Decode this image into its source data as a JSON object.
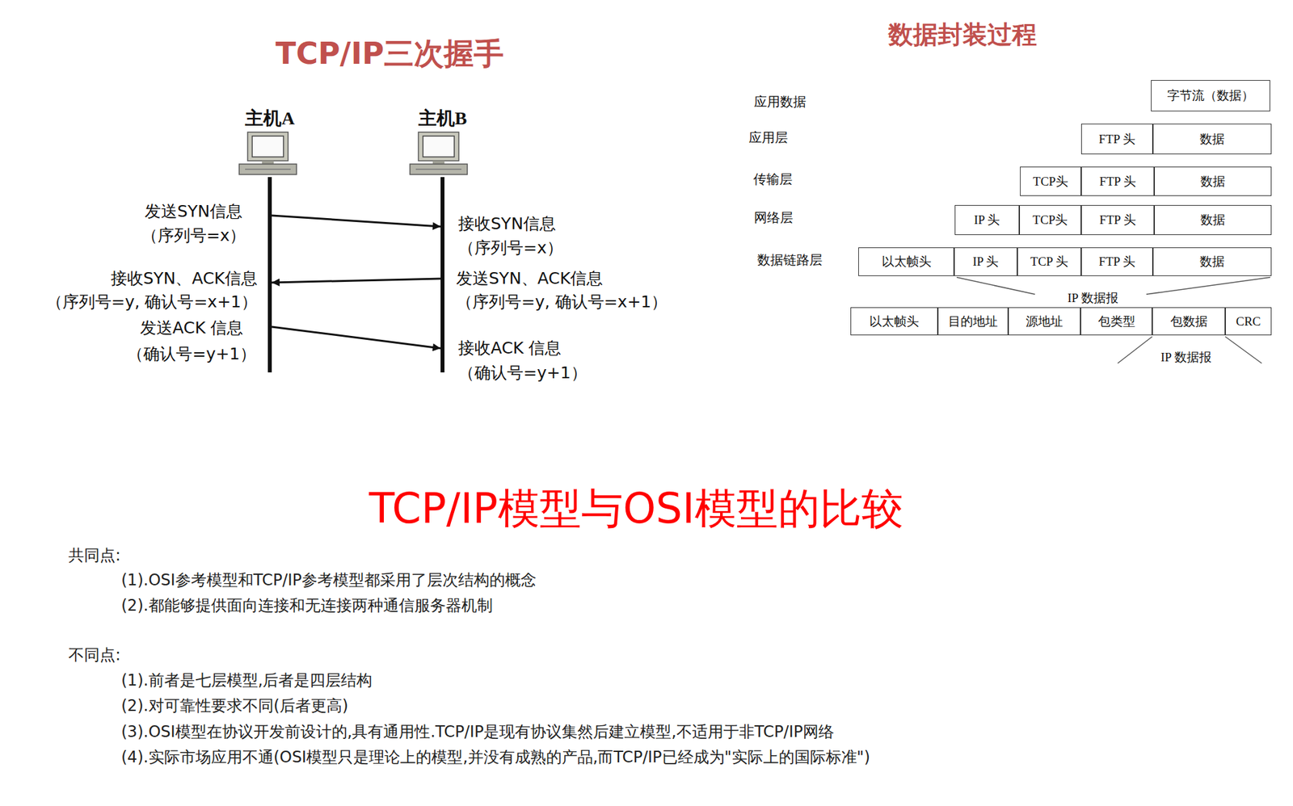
{
  "diagram": {
    "title": "TCP/IP模型与OSI模型的比较",
    "nodes": [
      {
        "text": [
          "主机A"
        ]
      },
      {
        "text": [
          "主机B"
        ]
      },
      {
        "text": [
          "字节流（数据）"
        ]
      },
      {
        "text": [
          "FTP 头"
        ]
      },
      {
        "text": [
          "数据"
        ]
      },
      {
        "text": [
          "TCP头"
        ]
      },
      {
        "text": [
          "FTP 头"
        ]
      },
      {
        "text": [
          "数据"
        ]
      },
      {
        "text": [
          "IP 头"
        ]
      },
      {
        "text": [
          "TCP头"
        ]
      },
      {
        "text": [
          "FTP 头"
        ]
      },
      {
        "text": [
          "数据"
        ]
      },
      {
        "text": [
          "以太帧头"
        ]
      },
      {
        "text": [
          "IP 头"
        ]
      },
      {
        "text": [
          "TCP 头"
        ]
      },
      {
        "text": [
          "FTP 头"
        ]
      },
      {
        "text": [
          "数据"
        ]
      },
      {
        "text": [
          "以太帧头"
        ]
      },
      {
        "text": [
          "目的地址"
        ]
      },
      {
        "text": [
          "源地址"
        ]
      },
      {
        "text": [
          "包类型"
        ]
      },
      {
        "text": [
          "包数据"
        ]
      },
      {
        "text": [
          "CRC"
        ]
      }
    ],
    "edges": [
      {
        "from": 0,
        "to": 1,
        "arrow": "to"
      },
      {
        "from": 1,
        "to": 0,
        "arrow": "to"
      },
      {
        "from": 0,
        "to": 1,
        "arrow": "to"
      }
    ],
    "labels": [
      "TCP/IP三次握手",
      "发送SYN信息 （序列号=x）",
      "接收SYN信息 （序列号=x）",
      "接收SYN、ACK信息 （序列号=y, 确认号=x+1）",
      "发送SYN、ACK信息 （序列号=y, 确认号=x+1）",
      "发送ACK 信息 （确认号=y+1）",
      "接收ACK 信息 （确认号=y+1）",
      "数据封装过程",
      "应用数据",
      "应用层",
      "传输层",
      "网络层",
      "数据链路层",
      "IP 数据报",
      "IP 数据报",
      "共同点:",
      "(1).OSI参考模型和TCP/IP参考模型都采用了层次结构的概念",
      "(2).都能够提供面向连接和无连接两种通信服务器机制",
      "不同点:",
      "(1).前者是七层模型,后者是四层结构",
      "(2).对可靠性要求不同(后者更高)",
      "(3).OSI模型在协议开发前设计的,具有通用性.TCP/IP是现有协议集然后建立模型,不适用于非TCP/IP网络",
      "(4).实际市场应用不通(OSI模型只是理论上的模型,并没有成熟的产品,而TCP/IP已经成为\"实际上的国际标准\")"
    ]
  }
}
